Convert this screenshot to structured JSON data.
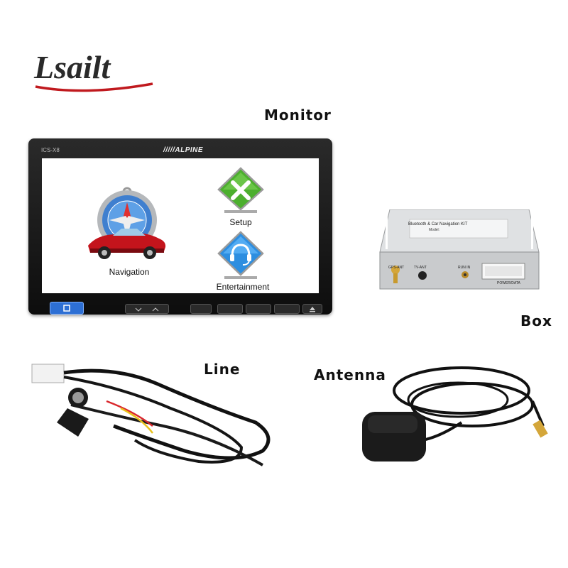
{
  "logo": {
    "text": "Lsailt"
  },
  "labels": {
    "monitor": "Monitor",
    "box": "Box",
    "line": "Line",
    "antenna": "Antenna"
  },
  "monitor": {
    "model": "ICS-X8",
    "brand": "/////ALPINE",
    "menu": {
      "navigation": "Navigation",
      "setup": "Setup",
      "entertainment": "Entertainment"
    }
  },
  "box": {
    "title": "Bluetooth & Car Navigation KIT",
    "model": "Model:",
    "ports": {
      "gps": "GPS-ANT",
      "tv": "TV-ANT",
      "run": "RUN IN",
      "power": "POWER/DATA"
    }
  },
  "colors": {
    "accent_blue": "#2d6fd4",
    "setup_green": "#4caf2e",
    "box_silver": "#c9cbcd"
  }
}
